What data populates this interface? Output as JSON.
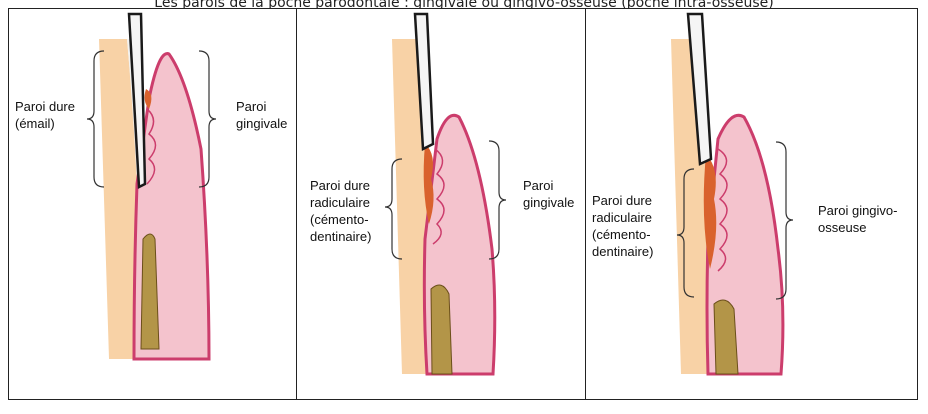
{
  "caption": "Les parois de la poche parodontale : gingivale ou gingivo-osseuse (poche intra-osseuse)",
  "panels": [
    {
      "left_label": [
        "Paroi dure",
        "(émail)"
      ],
      "right_label": [
        "Paroi",
        "gingivale"
      ]
    },
    {
      "left_label": [
        "Paroi dure",
        "radiculaire",
        "(cémento-",
        "dentinaire)"
      ],
      "right_label": [
        "Paroi",
        "gingivale"
      ]
    },
    {
      "left_label": [
        "Paroi dure",
        "radiculaire",
        "(cémento-",
        "dentinaire)"
      ],
      "right_label": [
        "Paroi gingivo-",
        "osseuse"
      ]
    }
  ],
  "colors": {
    "tooth": "#f8d2a6",
    "enamel": "#f2f2f0",
    "gingiva": "#f4c3cd",
    "gingiva_edge": "#cc3d6c",
    "bone": "#b39548",
    "calculus": "#d9622d",
    "probe": "#1a1a1a"
  }
}
